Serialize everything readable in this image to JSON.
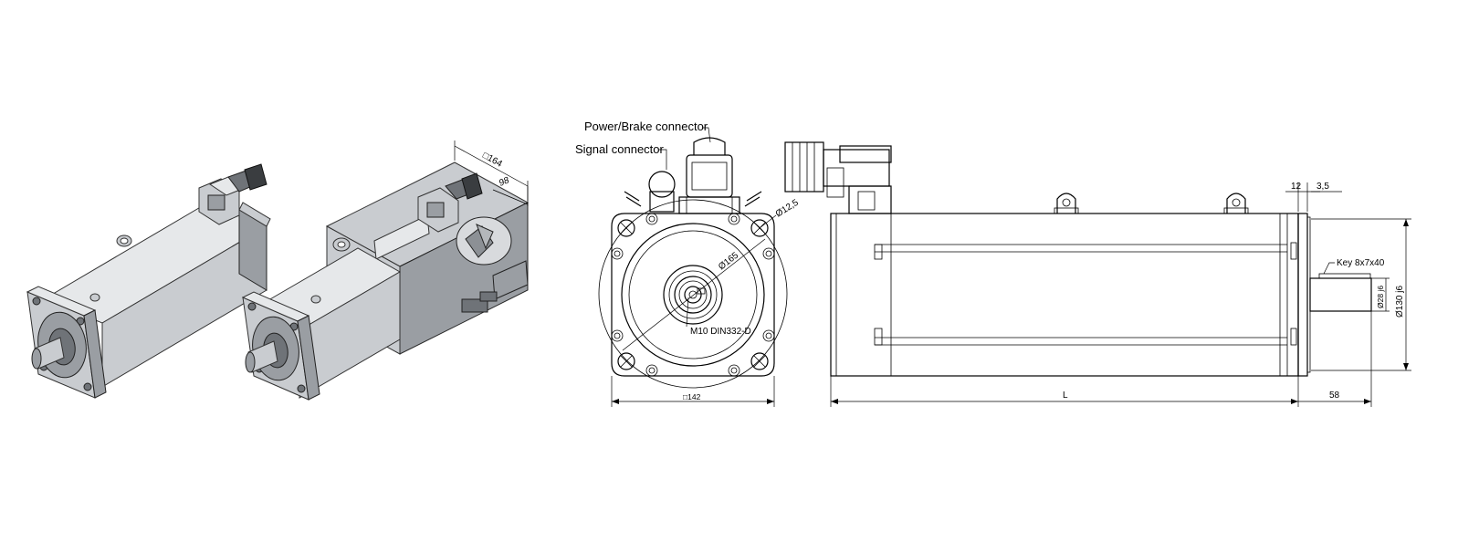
{
  "labels": {
    "power_brake_connector": "Power/Brake connector",
    "signal_connector": "Signal connector",
    "hole_dia": "Ø12,5",
    "bolt_circle": "Ø165",
    "thread": "M10 DIN332-D",
    "flange_square": "□142",
    "length": "L",
    "dim_12": "12",
    "dim_3_5": "3,5",
    "key": "Key 8x7x40",
    "shaft_dia": "Ø28 j6",
    "pilot_dia": "Ø130 j6",
    "shaft_len": "58",
    "fan_square": "□164",
    "fan_depth": "98"
  }
}
